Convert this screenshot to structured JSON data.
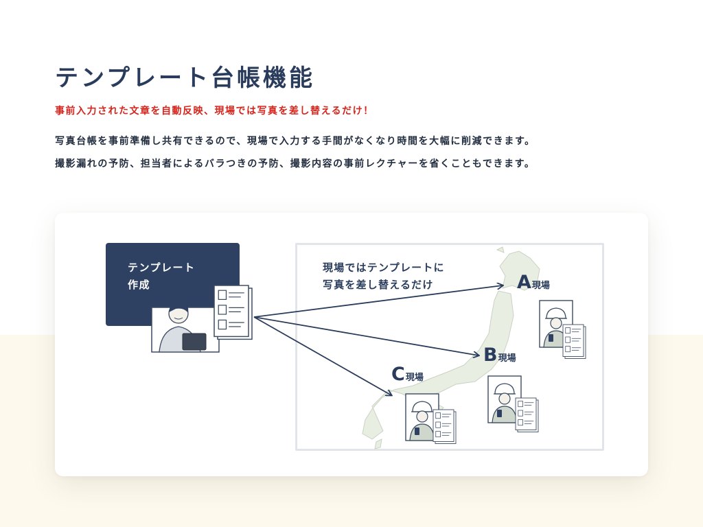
{
  "header": {
    "title": "テンプレート台帳機能",
    "subtitle": "事前入力された文章を自動反映、現場では写真を差し替えるだけ！",
    "description_lines": [
      "写真台帳を事前準備し共有できるので、現場で入力する手間がなくなり時間を大幅に削減できます。",
      "撮影漏れの予防、担当者によるバラつきの予防、撮影内容の事前レクチャーを省くこともできます。"
    ]
  },
  "diagram": {
    "create_box": {
      "line1": "テンプレート",
      "line2": "作成"
    },
    "map_caption": {
      "line1": "現場ではテンプレートに",
      "line2": "写真を差し替えるだけ"
    },
    "sites": [
      {
        "letter": "A",
        "suffix": "現場"
      },
      {
        "letter": "B",
        "suffix": "現場"
      },
      {
        "letter": "C",
        "suffix": "現場"
      }
    ],
    "colors": {
      "navy": "#2e4163",
      "text_navy": "#2a3c5c",
      "accent_red": "#d6251c",
      "map_fill": "#e9eee3",
      "lower_band": "#fdf9ed"
    },
    "icons": [
      "office-worker-illustration",
      "tablet-icon",
      "document-template-icon",
      "japan-map-illustration",
      "construction-worker-illustration",
      "hard-hat-icon",
      "smartphone-icon",
      "arrow-icon"
    ]
  }
}
